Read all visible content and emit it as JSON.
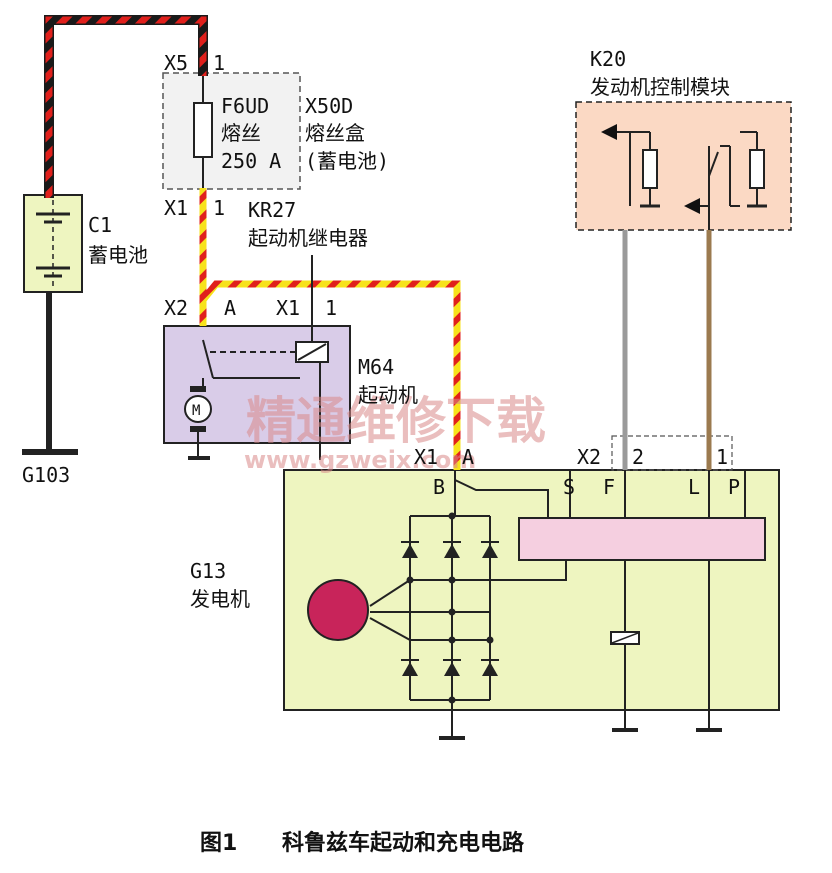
{
  "components": {
    "fuse": {
      "connector_top": "X5",
      "pin_top": "1",
      "name": "F6UD",
      "line1": "熔丝",
      "rating": "250 A",
      "connector_bottom": "X1",
      "pin_bottom": "1"
    },
    "fuse_box": {
      "name": "X50D",
      "line1": "熔丝盒",
      "line2": "(蓄电池)"
    },
    "battery": {
      "name": "C1",
      "label": "蓄电池"
    },
    "ground_main": "G103",
    "relay": {
      "name": "KR27",
      "label": "起动机继电器"
    },
    "starter": {
      "name": "M64",
      "label": "起动机",
      "pin_x2": "X2",
      "pin_a": "A",
      "pin_x1": "X1",
      "pin_1": "1",
      "motor": "M"
    },
    "ecm": {
      "name": "K20",
      "label": "发动机控制模块"
    },
    "generator": {
      "name": "G13",
      "label": "发电机",
      "conn_x1": "X1",
      "conn_a": "A",
      "conn_x2": "X2",
      "pin2": "2",
      "pin1": "1",
      "term_b": "B",
      "term_s": "S",
      "term_f": "F",
      "term_l": "L",
      "term_p": "P"
    }
  },
  "watermark": {
    "text": "精通维修下载",
    "url": "www.gzweix.com"
  },
  "caption": {
    "number": "图1",
    "title": "科鲁兹车起动和充电电路"
  },
  "colors": {
    "wire_red_black": "#e0201c",
    "wire_red_yellow": "#f7e21b",
    "wire_gray": "#9a9a9a",
    "wire_brown": "#9b7a4f",
    "battery_fill": "#eef5c0",
    "starter_fill": "#d9cce8",
    "ecm_fill": "#fbd9c4",
    "generator_fill": "#eef5c0",
    "regulator_fill": "#f5cfe0",
    "rotor_fill": "#c8245a"
  }
}
